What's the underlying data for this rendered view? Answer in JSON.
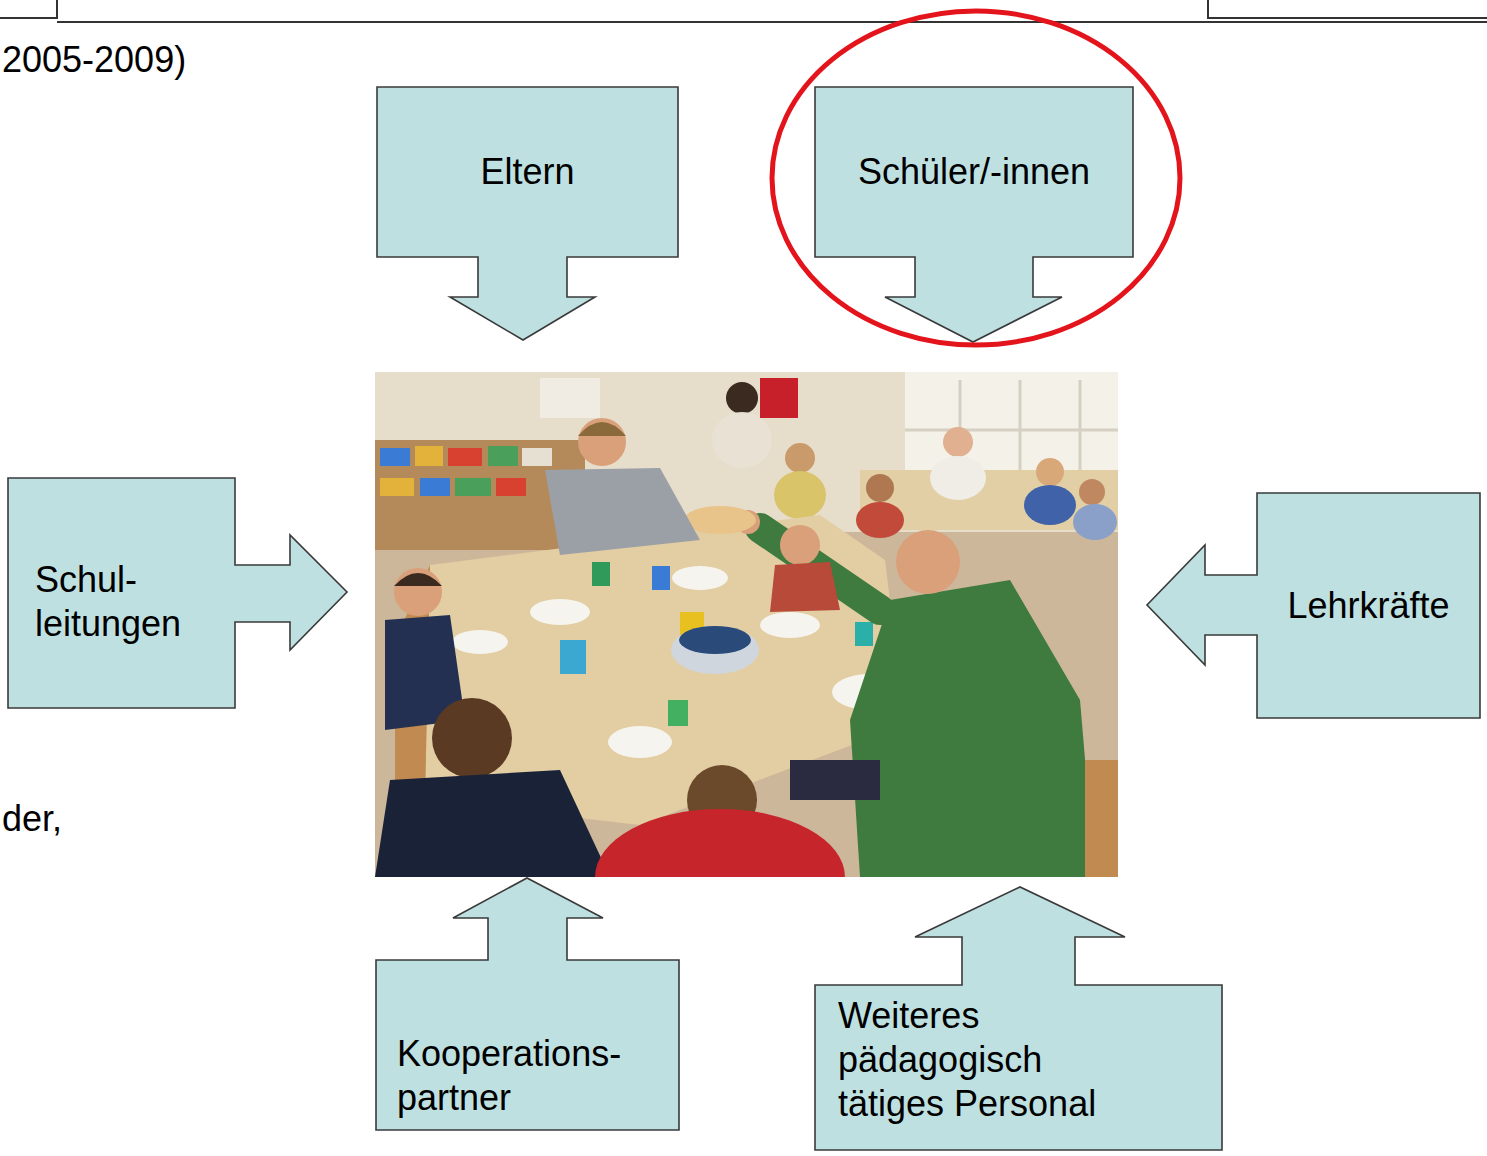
{
  "diagram": {
    "nodes": [
      {
        "text": [
          "Eltern"
        ]
      },
      {
        "text": [
          "Schüler/-innen"
        ]
      },
      {
        "text": [
          "Schul- leitungen"
        ]
      },
      {
        "text": [
          "Lehrkräfte"
        ]
      },
      {
        "text": [
          "Kooperations- partner"
        ]
      },
      {
        "text": [
          "Weiteres pädagogisch tätiges Personal"
        ]
      }
    ],
    "labels": [
      "2005-2009)",
      "der,"
    ]
  }
}
